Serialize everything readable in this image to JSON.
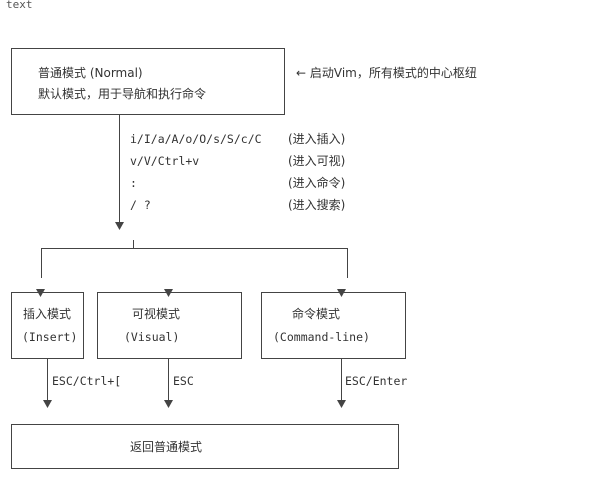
{
  "code_lang": "text",
  "normal_box": {
    "line1": "普通模式 (Normal)",
    "line2": "默认模式，用于导航和执行命令",
    "note": "← 启动Vim，所有模式的中心枢纽"
  },
  "transitions": [
    {
      "keys": "i/I/a/A/o/O/s/S/c/C",
      "desc": "(进入插入)"
    },
    {
      "keys": "v/V/Ctrl+v",
      "desc": "(进入可视)"
    },
    {
      "keys": ":",
      "desc": "(进入命令)"
    },
    {
      "keys": "/ ?",
      "desc": "(进入搜索)"
    }
  ],
  "modes": [
    {
      "name": "插入模式",
      "sub": "(Insert)",
      "exit": "ESC/Ctrl+["
    },
    {
      "name": "可视模式",
      "sub": "(Visual)",
      "exit": "ESC"
    },
    {
      "name": "命令模式",
      "sub": "(Command-line)",
      "exit": "ESC/Enter"
    }
  ],
  "return_box": {
    "label": "返回普通模式"
  },
  "arrow_down": "↓"
}
